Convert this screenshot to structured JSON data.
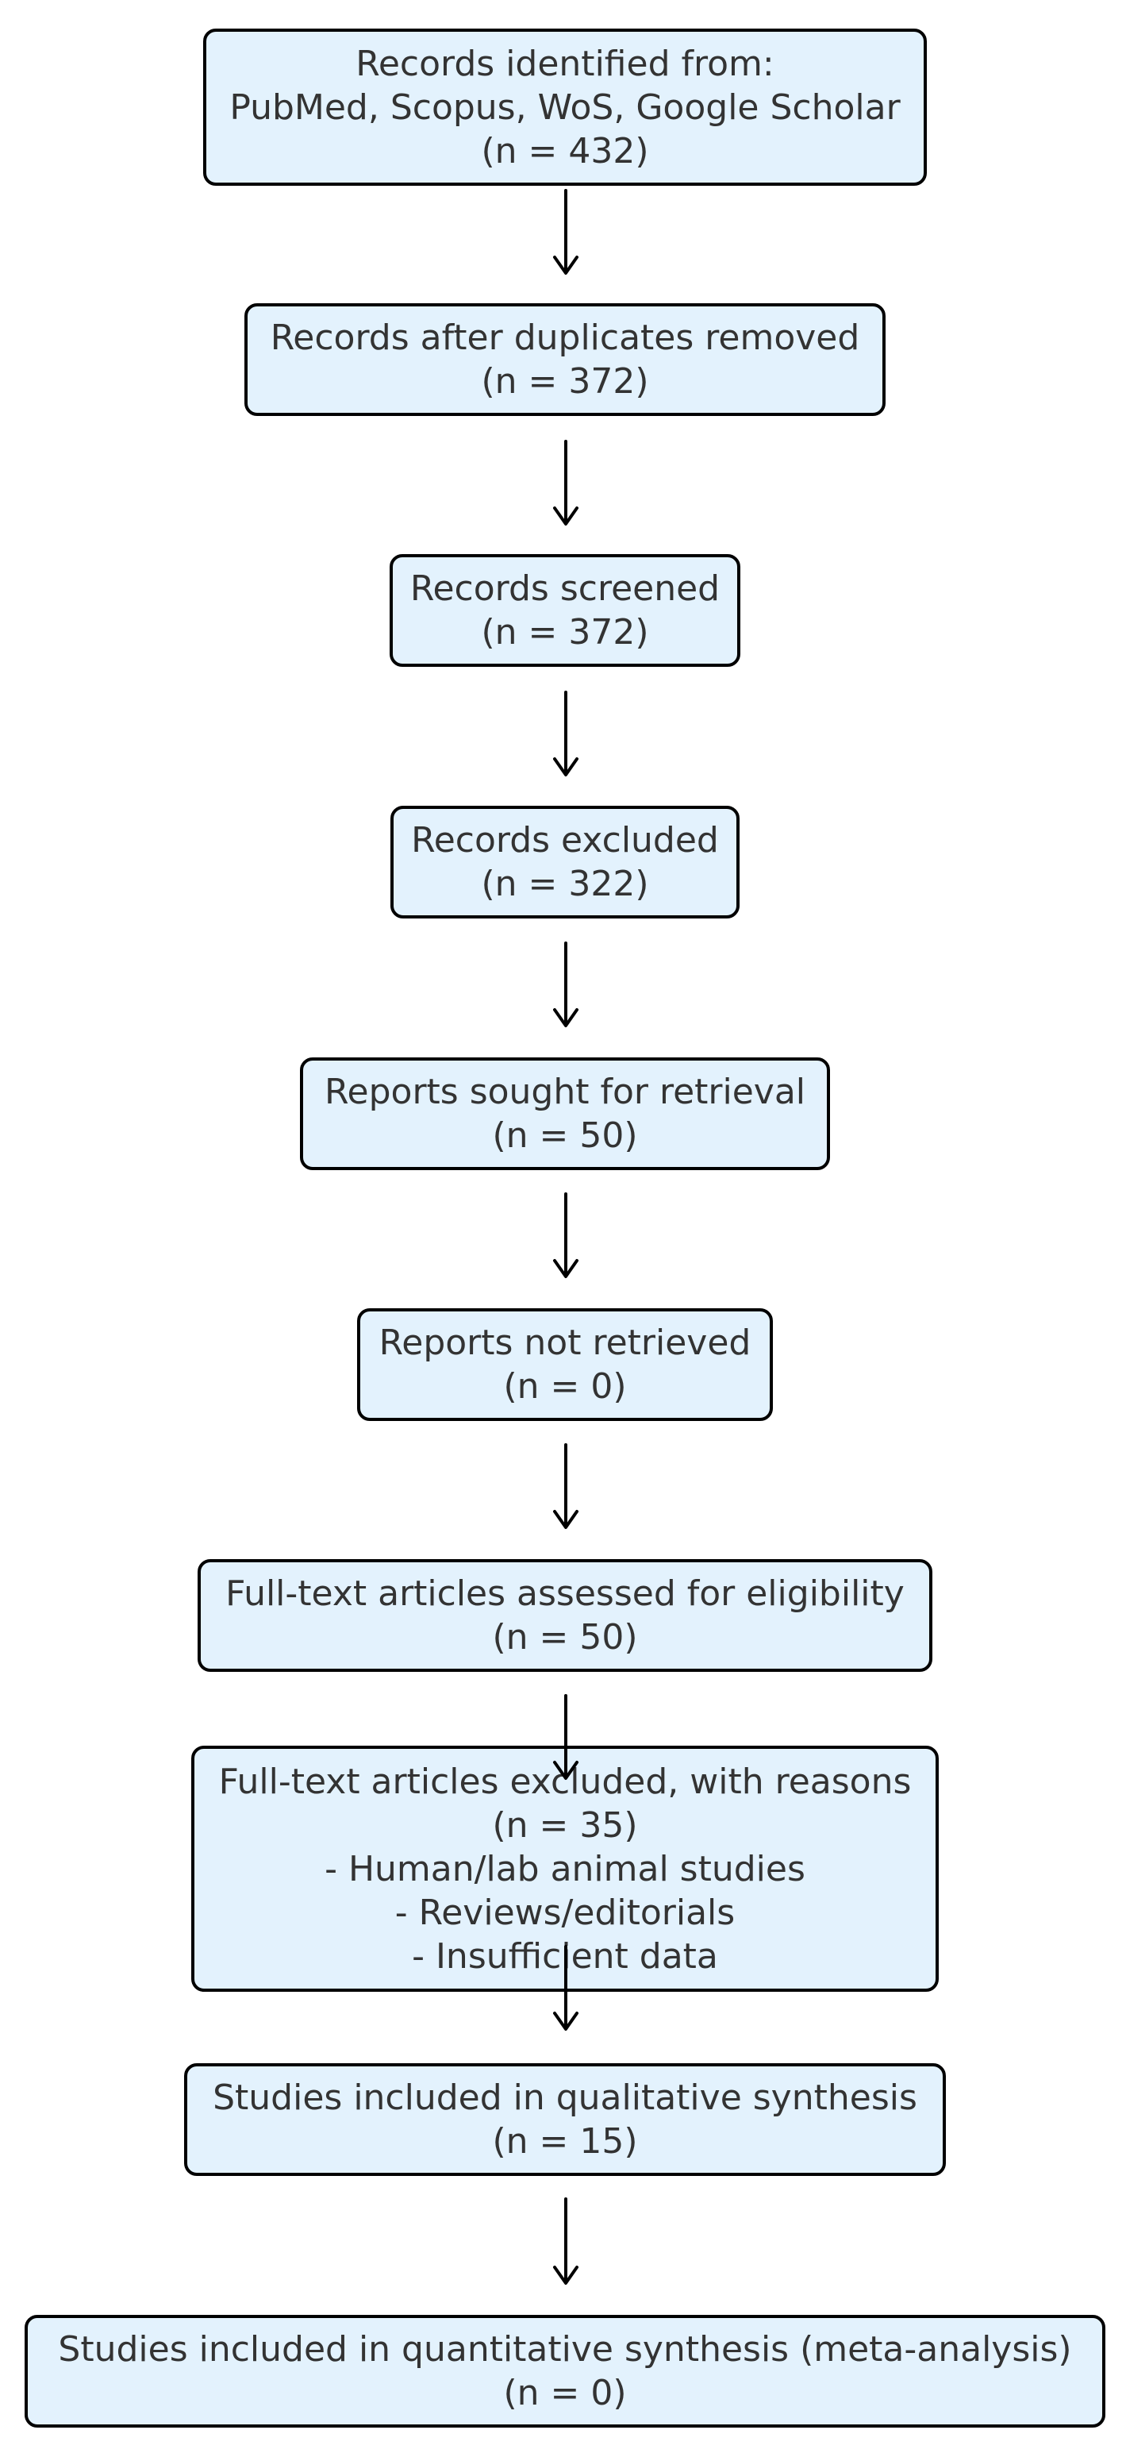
{
  "colors": {
    "box_fill": "#e3f2fd",
    "box_border": "#000000",
    "text": "#333333",
    "arrow": "#000000"
  },
  "flow": [
    {
      "lines": [
        "Records identified from:",
        "PubMed, Scopus, WoS, Google Scholar",
        "(n = 432)"
      ]
    },
    {
      "lines": [
        "Records after duplicates removed",
        "(n = 372)"
      ]
    },
    {
      "lines": [
        "Records screened",
        "(n = 372)"
      ]
    },
    {
      "lines": [
        "Records excluded",
        "(n = 322)"
      ]
    },
    {
      "lines": [
        "Reports sought for retrieval",
        "(n = 50)"
      ]
    },
    {
      "lines": [
        "Reports not retrieved",
        "(n = 0)"
      ]
    },
    {
      "lines": [
        "Full-text articles assessed for eligibility",
        "(n = 50)"
      ]
    },
    {
      "lines": [
        "Full-text articles excluded, with reasons",
        "(n = 35)",
        "- Human/lab animal studies",
        "- Reviews/editorials",
        "- Insufficient data"
      ]
    },
    {
      "lines": [
        "Studies included in qualitative synthesis",
        "(n = 15)"
      ]
    },
    {
      "lines": [
        "Studies included in quantitative synthesis (meta-analysis)",
        "(n = 0)"
      ]
    }
  ]
}
